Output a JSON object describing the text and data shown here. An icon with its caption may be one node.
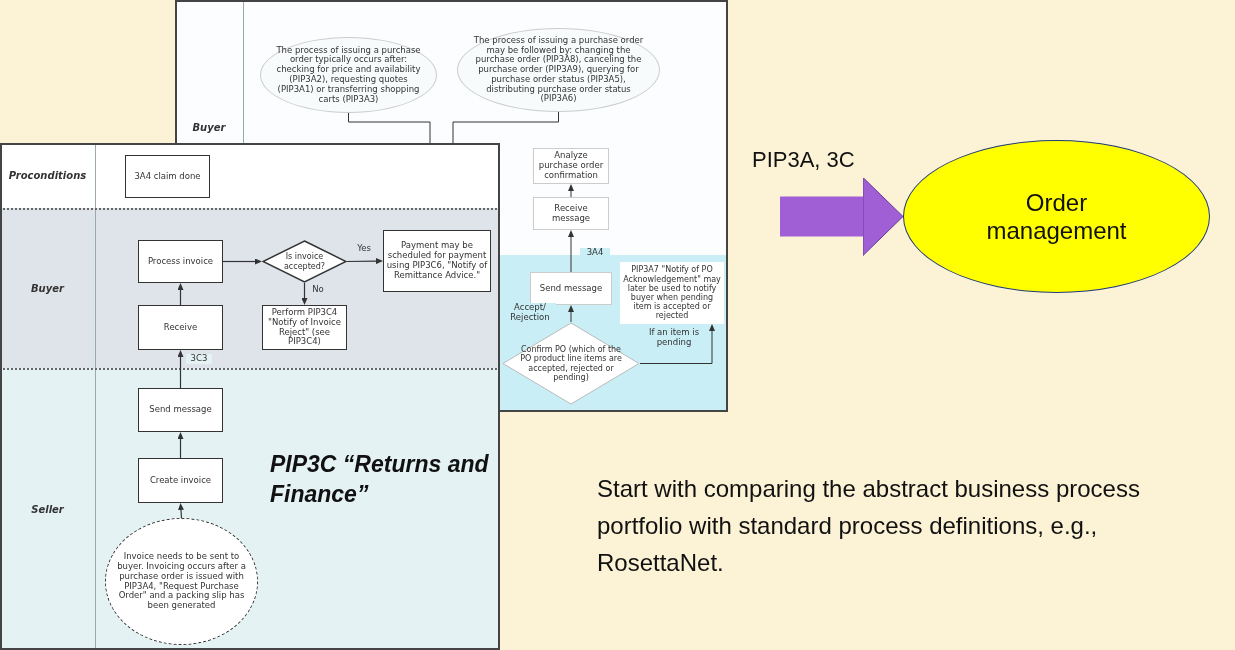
{
  "diagram": {
    "nodes": [
      {
        "text": [
          "Buyer"
        ]
      },
      {
        "text": [
          "The process of issuing a purchase order typically occurs after: checking for price and availability (PIP3A2), requesting quotes (PIP3A1) or transferring shopping carts (PIP3A3)"
        ],
        "in": 0
      },
      {
        "text": [
          "The process of issuing a purchase order may be followed by: changing the purchase order (PIP3A8), canceling the purchase order (PIP3A9), querying for purchase order status (PIP3A5), distributing purchase order status (PIP3A6)"
        ],
        "in": 0
      },
      {
        "text": [
          "Analyze purchase order confirmation"
        ],
        "in": 0
      },
      {
        "text": [
          "Receive message"
        ],
        "in": 0
      },
      {
        "text": [],
        "shape": "band"
      },
      {
        "text": [
          "Send message"
        ],
        "in": 5
      },
      {
        "text": [
          "Confirm PO (which of the PO product line items are accepted, rejected or pending)"
        ],
        "in": 5
      },
      {
        "text": [
          "PIP3A7 \"Notify of PO Acknowledgement\" may later be used to notify buyer when pending item is accepted or rejected"
        ],
        "in": 5
      },
      {
        "text": [
          "Proconditions"
        ]
      },
      {
        "text": [
          "3A4 claim done"
        ],
        "in": 9
      },
      {
        "text": [
          "Buyer"
        ]
      },
      {
        "text": [
          "Process invoice"
        ],
        "in": 11
      },
      {
        "text": [
          "Is invoice accepted?"
        ],
        "in": 11
      },
      {
        "text": [
          "Payment may be scheduled for payment using PIP3C6, \"Notify of Remittance Advice.\""
        ],
        "in": 11
      },
      {
        "text": [
          "Perform PIP3C4 \"Notify of Invoice Reject\" (see PIP3C4)"
        ],
        "in": 11
      },
      {
        "text": [
          "Receive"
        ],
        "in": 11
      },
      {
        "text": [
          "Seller"
        ]
      },
      {
        "text": [
          "Send message"
        ],
        "in": 17
      },
      {
        "text": [
          "Create invoice"
        ],
        "in": 17
      },
      {
        "text": [
          "Invoice needs to be sent to buyer. Invoicing occurs after a purchase order is issued with PIP3A4, \"Request Purchase Order\" and a packing slip has been generated"
        ],
        "in": 17
      },
      {
        "text": [
          "Order management"
        ]
      }
    ],
    "edges": [
      {
        "from": 1,
        "to": 9,
        "arrow": "none"
      },
      {
        "from": 2,
        "to": 9,
        "arrow": "none"
      },
      {
        "from": 4,
        "to": 3,
        "arrow": "to"
      },
      {
        "from": 6,
        "to": 4,
        "arrow": "to",
        "label": "3A4"
      },
      {
        "from": 7,
        "to": 6,
        "arrow": "to",
        "label": "Accept/ Rejection"
      },
      {
        "from": 7,
        "to": 8,
        "arrow": "to",
        "label": "If an item is pending"
      },
      {
        "from": 12,
        "to": 13,
        "arrow": "to"
      },
      {
        "from": 13,
        "to": 14,
        "arrow": "to",
        "label": "Yes"
      },
      {
        "from": 13,
        "to": 15,
        "arrow": "to",
        "label": "No"
      },
      {
        "from": 16,
        "to": 12,
        "arrow": "to"
      },
      {
        "from": 18,
        "to": 16,
        "arrow": "to",
        "label": "3C3"
      },
      {
        "from": 19,
        "to": 18,
        "arrow": "to"
      },
      {
        "from": 20,
        "to": 19,
        "arrow": "to"
      },
      {
        "from": null,
        "to": 21,
        "arrow": "to",
        "label": "PIP3A, 3C",
        "style": "thick",
        "color": "#a15fd6"
      }
    ],
    "labels": [
      "PIP3C “Returns and Finance”",
      "Start with comparing the abstract business process portfolio with standard process definitions, e.g., RosettaNet."
    ]
  }
}
